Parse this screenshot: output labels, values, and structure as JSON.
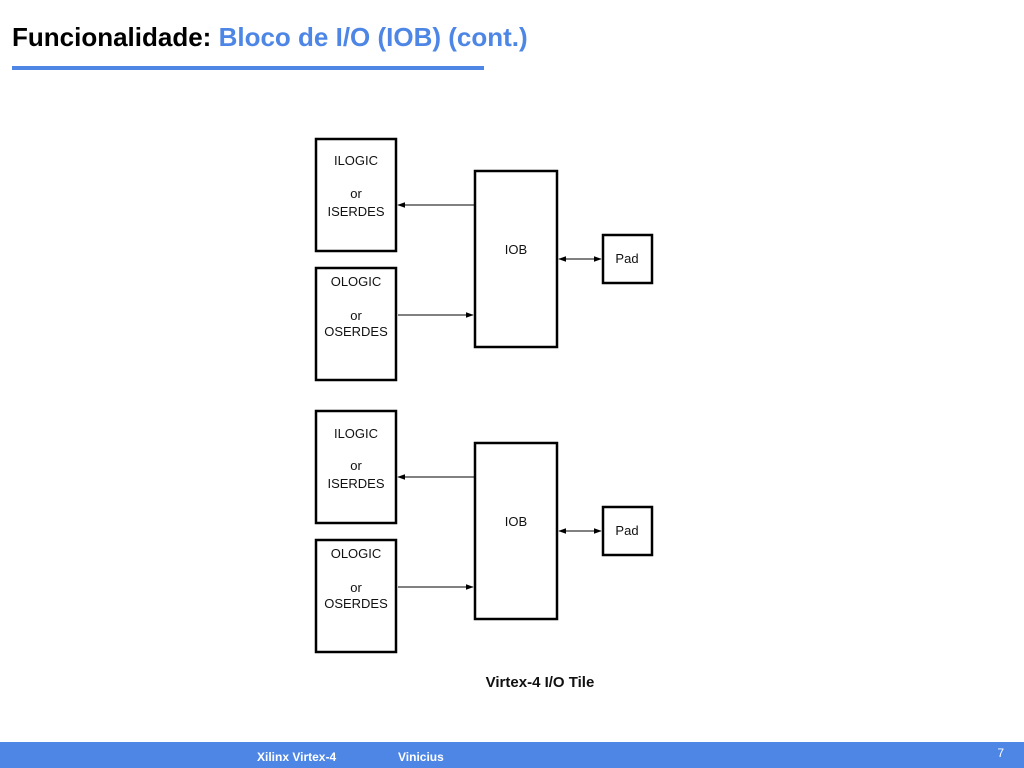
{
  "slide": {
    "title_main": "Funcionalidade:",
    "title_sub": "Bloco de I/O (IOB) (cont.)"
  },
  "diagram": {
    "tiles": [
      {
        "ilogic": {
          "line1": "ILOGIC",
          "line2": "or",
          "line3": "ISERDES"
        },
        "ologic": {
          "line1": "OLOGIC",
          "line2": "or",
          "line3": "OSERDES"
        },
        "iob": "IOB",
        "pad": "Pad"
      },
      {
        "ilogic": {
          "line1": "ILOGIC",
          "line2": "or",
          "line3": "ISERDES"
        },
        "ologic": {
          "line1": "OLOGIC",
          "line2": "or",
          "line3": "OSERDES"
        },
        "iob": "IOB",
        "pad": "Pad"
      }
    ],
    "caption": "Virtex-4 I/O Tile"
  },
  "footer": {
    "course": "Xilinx Virtex-4",
    "author": "Vinicius",
    "page_number": "7"
  },
  "colors": {
    "accent": "#4e86e6",
    "title_text": "#000000",
    "footer_text": "#ffffff"
  }
}
